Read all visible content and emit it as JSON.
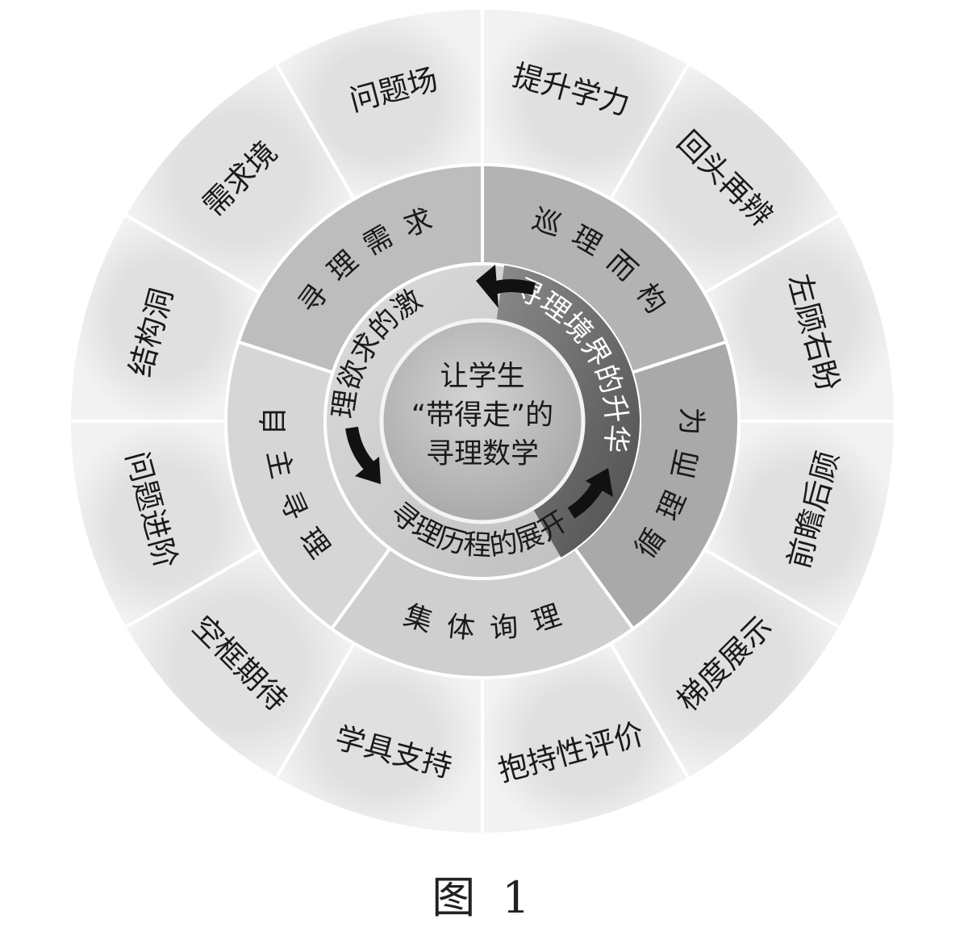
{
  "center": {
    "lines": [
      "让学生",
      "“带得走”的",
      "寻理数学"
    ]
  },
  "inner_ring": {
    "texts": [
      "寻理欲求的激发",
      "寻理历程的展开",
      "寻理境界的升华"
    ]
  },
  "middle_ring": {
    "sectors": [
      {
        "label": "寻理需求",
        "shade": "#bdbdbd"
      },
      {
        "label": "巡理而构",
        "shade": "#b3b3b3"
      },
      {
        "label": "循理而为",
        "shade": "#a9a9a9"
      },
      {
        "label": "集体询理",
        "shade": "#cfcfcf"
      },
      {
        "label": "自主寻理",
        "shade": "#d6d6d6"
      }
    ]
  },
  "outer_ring": {
    "sectors": [
      {
        "label": "提升学力"
      },
      {
        "label": "回头再辨"
      },
      {
        "label": "左顾右盼"
      },
      {
        "label": "前瞻后顾"
      },
      {
        "label": "梯度展示"
      },
      {
        "label": "抱持性评价"
      },
      {
        "label": "学具支持"
      },
      {
        "label": "空框期待"
      },
      {
        "label": "问题进阶"
      },
      {
        "label": "结构洞"
      },
      {
        "label": "需求境"
      },
      {
        "label": "问题场"
      }
    ]
  },
  "caption": "图 1",
  "colors": {
    "outer_fill": "#ececec",
    "separator": "#ffffff",
    "inner_band": "#d2d2d2",
    "inner_band_dark": "#6e6e6e",
    "center_fill": "#c4c4c4",
    "arrow": "#111111"
  }
}
